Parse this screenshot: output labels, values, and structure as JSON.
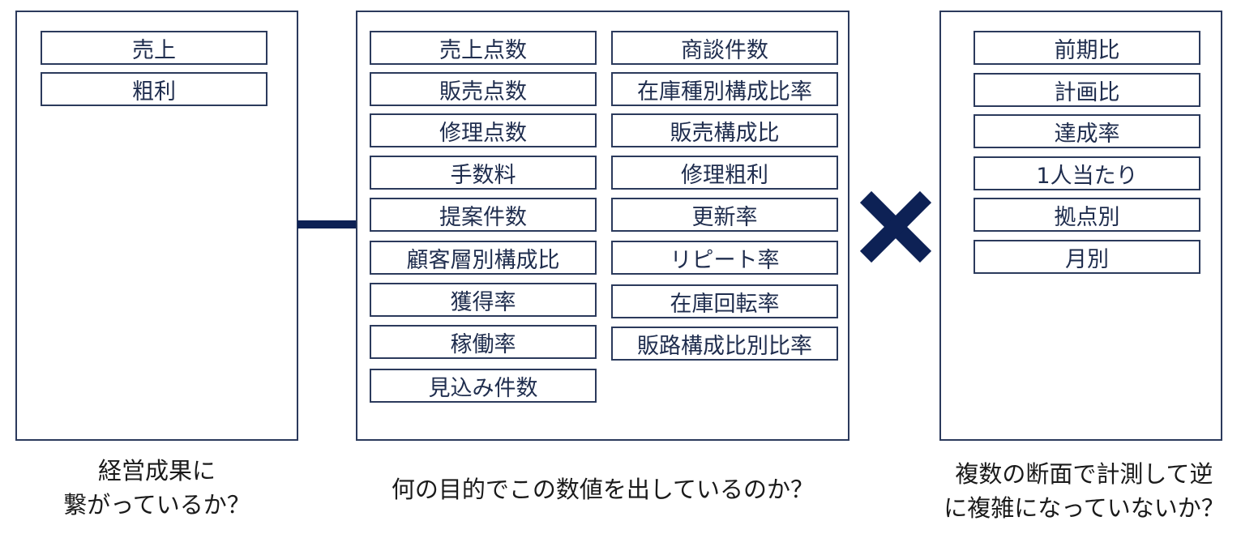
{
  "left": {
    "items": [
      "売上",
      "粗利"
    ],
    "caption_lines": [
      "経営成果に",
      "繋がっているか？"
    ]
  },
  "middle": {
    "col1": [
      "売上点数",
      "販売点数",
      "修理点数",
      "手数料",
      "提案件数",
      "顧客層別構成比",
      "獲得率",
      "稼働率",
      "見込み件数"
    ],
    "col2": [
      "商談件数",
      "在庫種別構成比率",
      "販売構成比",
      "修理粗利",
      "更新率",
      "リピート率",
      "在庫回転率",
      "販路構成比別比率"
    ],
    "caption_lines": [
      "何の目的でこの数値を出しているのか？"
    ]
  },
  "right": {
    "items": [
      "前期比",
      "計画比",
      "達成率",
      "1人当たり",
      "拠点別",
      "月別"
    ],
    "caption_lines": [
      "複数の断面で計測して逆",
      "に複雑になっていないか？"
    ]
  },
  "colors": {
    "border": "#2b3a5c",
    "text": "#1f2d4e",
    "accent": "#0d2155"
  }
}
